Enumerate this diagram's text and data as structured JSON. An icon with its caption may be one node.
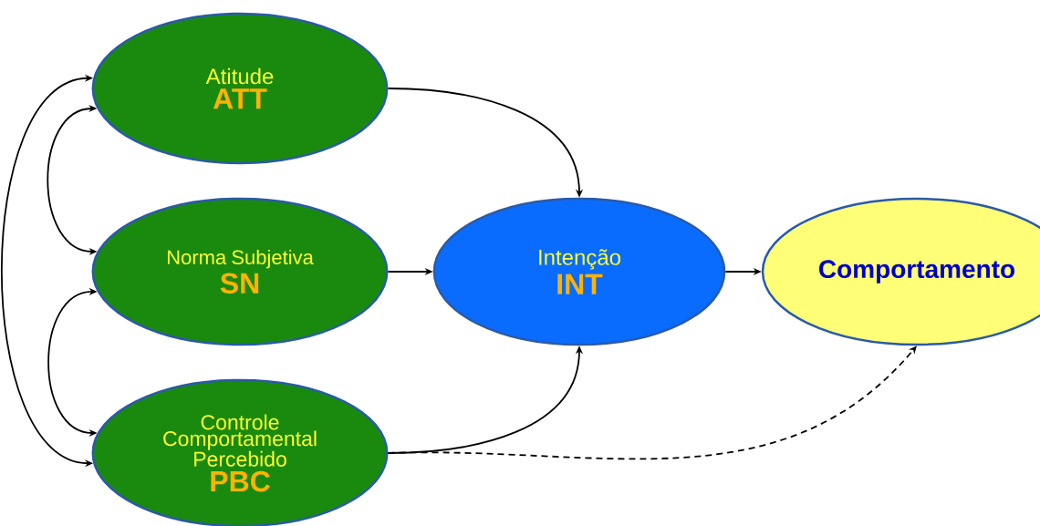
{
  "diagram": {
    "nodes": [
      {
        "text": [
          "Atitude",
          "ATT"
        ]
      },
      {
        "text": [
          "Norma Subjetiva",
          "SN"
        ]
      },
      {
        "text": [
          "Controle Comportamental Percebido",
          "PBC"
        ]
      },
      {
        "text": [
          "Intenção",
          "INT"
        ]
      },
      {
        "text": [
          "Comportamento"
        ]
      }
    ],
    "edges": [
      {
        "from": 0,
        "to": 3,
        "arrow": "to"
      },
      {
        "from": 1,
        "to": 3,
        "arrow": "to"
      },
      {
        "from": 2,
        "to": 3,
        "arrow": "to"
      },
      {
        "from": 3,
        "to": 4,
        "arrow": "to"
      },
      {
        "from": 2,
        "to": 4,
        "arrow": "to",
        "style": "dashed"
      },
      {
        "from": 0,
        "to": 1,
        "arrow": "both"
      },
      {
        "from": 1,
        "to": 2,
        "arrow": "both"
      },
      {
        "from": 0,
        "to": 2,
        "arrow": "both"
      }
    ]
  }
}
